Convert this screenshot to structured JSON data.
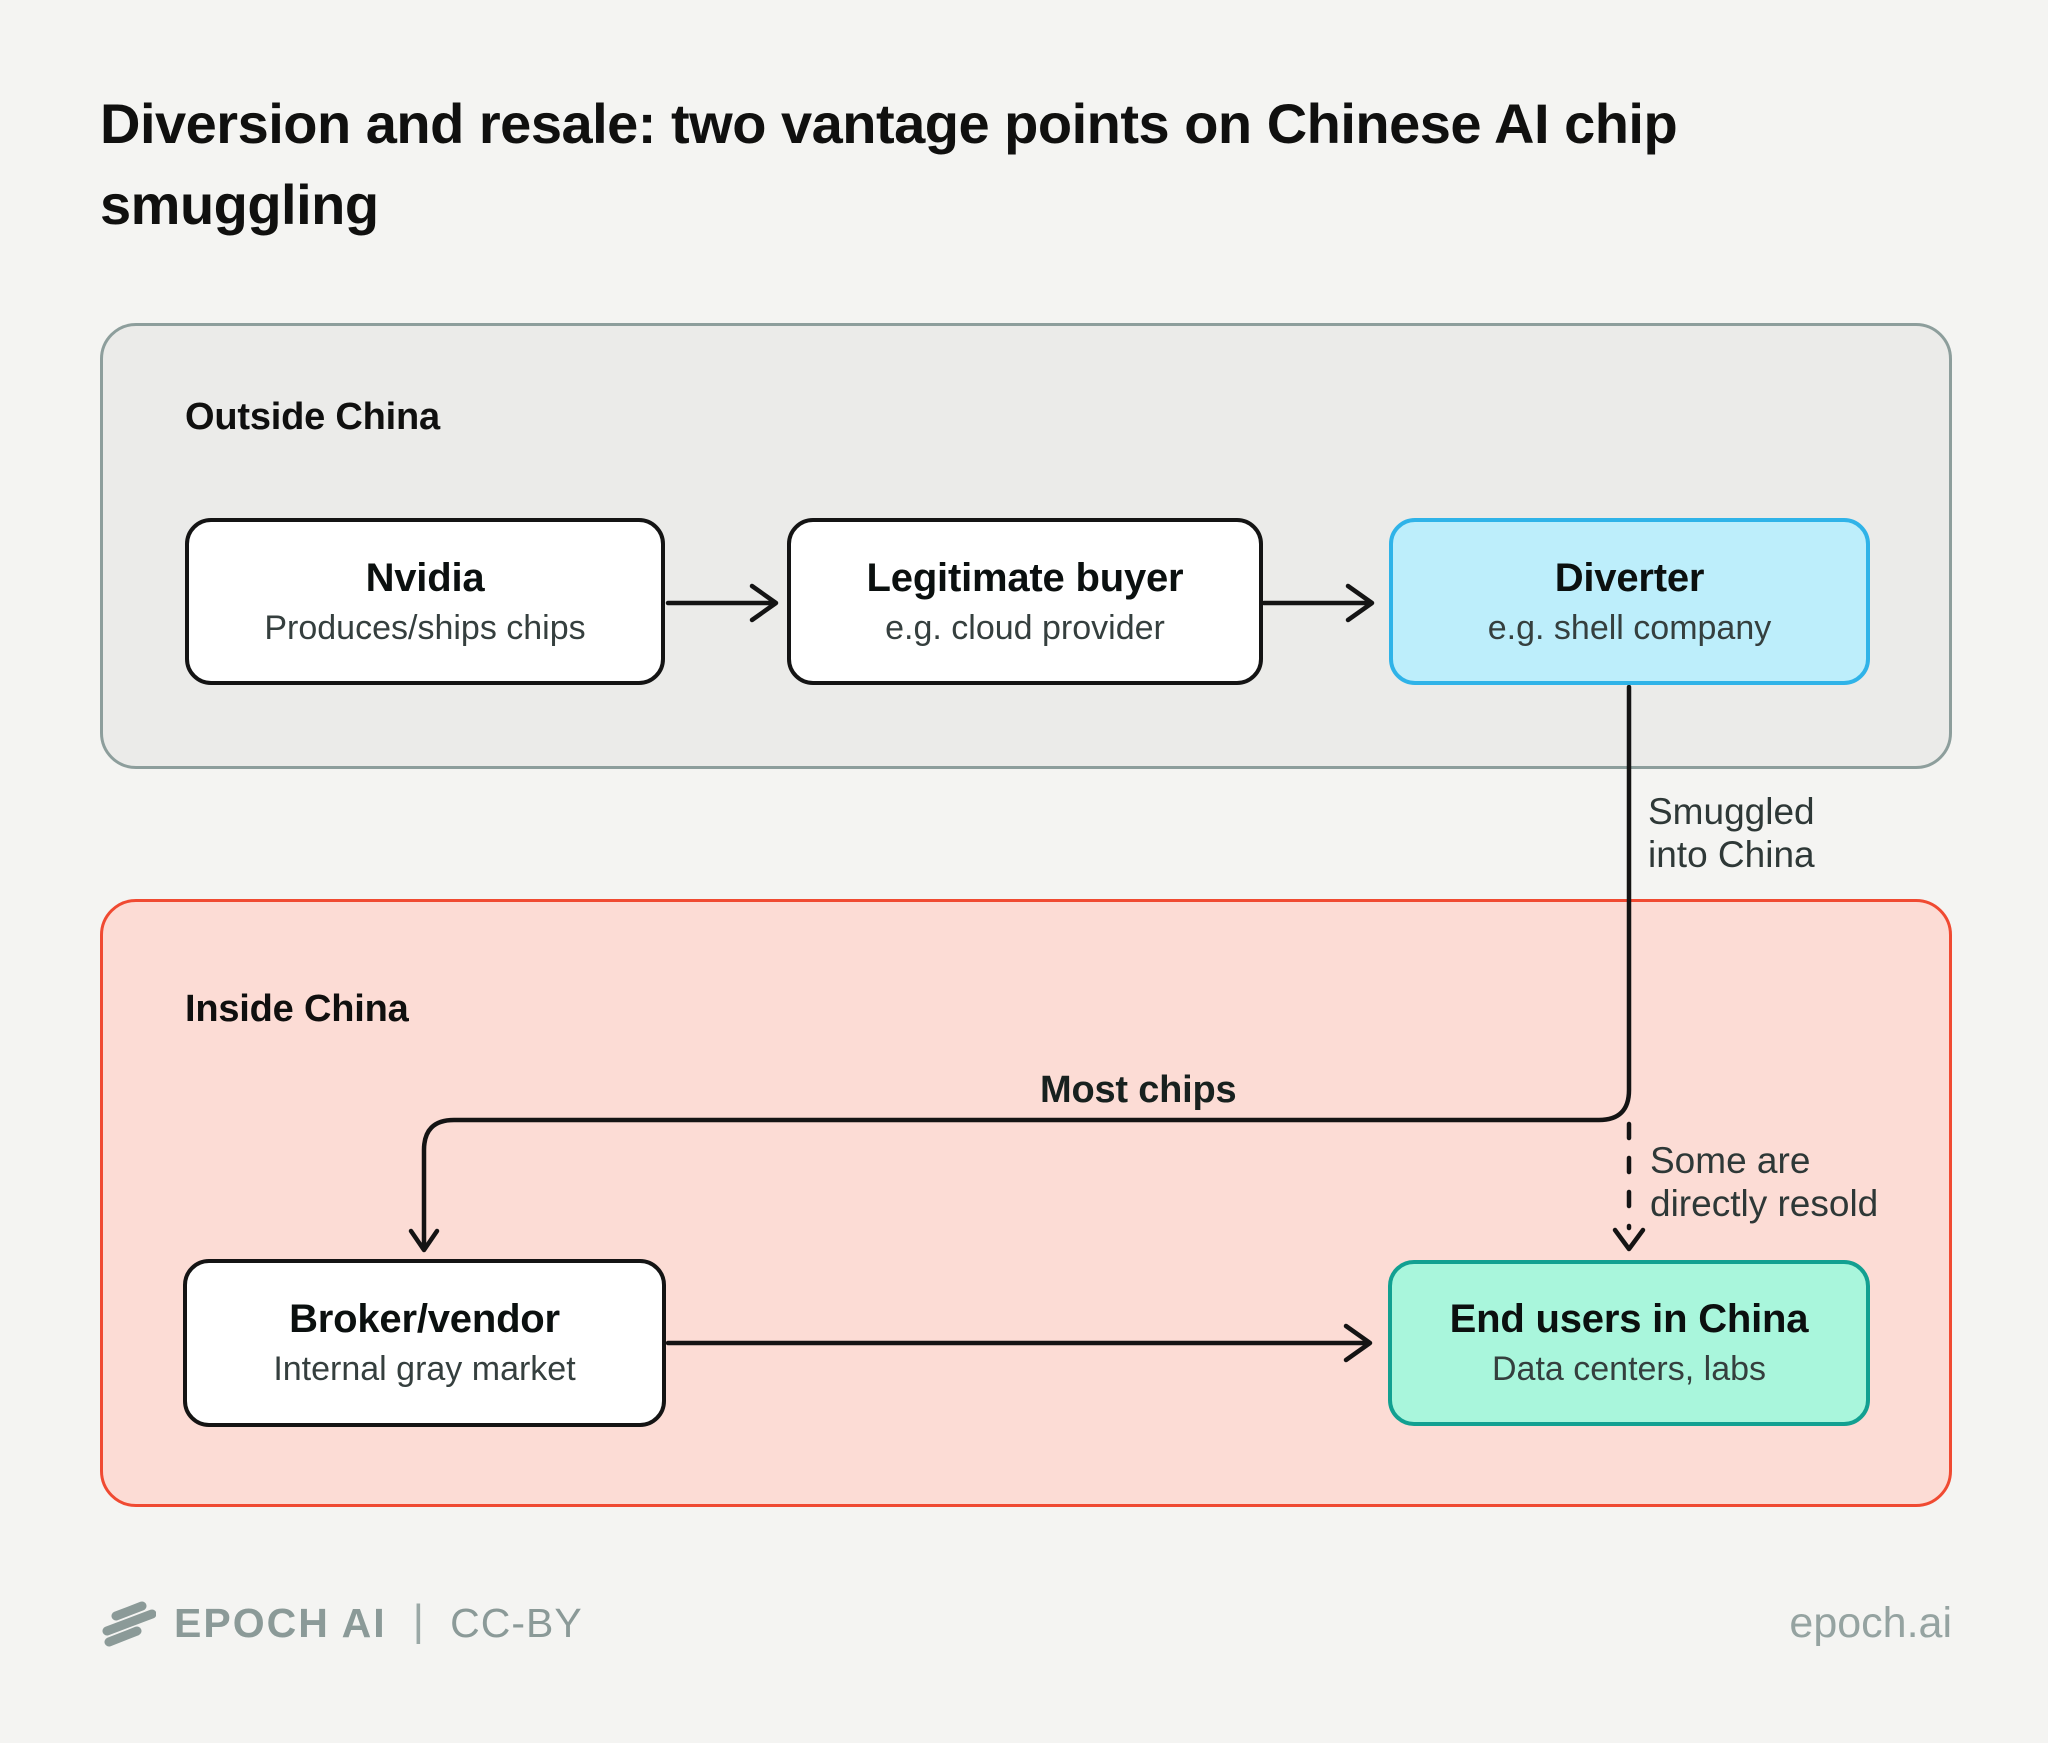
{
  "title": {
    "line1": "Diversion and resale: two vantage points on Chinese AI chip",
    "line2": "smuggling"
  },
  "regions": {
    "outside": {
      "label": "Outside China",
      "nodes": [
        {
          "title": "Nvidia",
          "subtitle": "Produces/ships chips"
        },
        {
          "title": "Legitimate buyer",
          "subtitle": "e.g. cloud provider"
        },
        {
          "title": "Diverter",
          "subtitle": "e.g. shell company"
        }
      ]
    },
    "inside": {
      "label": "Inside China",
      "nodes": [
        {
          "title": "Broker/vendor",
          "subtitle": "Internal gray market"
        },
        {
          "title": "End users in China",
          "subtitle": "Data centers, labs"
        }
      ]
    }
  },
  "edge_labels": {
    "smuggled": "Smuggled\ninto China",
    "most_chips": "Most chips",
    "some_resold": "Some are\ndirectly resold"
  },
  "footer": {
    "brand": "EPOCH AI",
    "separator": "|",
    "license": "CC-BY",
    "site": "epoch.ai"
  },
  "colors": {
    "background": "#f4f4f2",
    "outside_region_fill": "#ebebe9",
    "outside_region_border": "#8d9e9c",
    "inside_region_fill": "#fcdcd5",
    "inside_region_border": "#f04a32",
    "node_fill": "#ffffff",
    "node_border": "#141414",
    "diverter_fill": "#bdeefb",
    "diverter_border": "#2fb3e8",
    "end_users_fill": "#a9f6dc",
    "end_users_border": "#12a091",
    "arrow": "#141414",
    "footer_text": "#8b9a98"
  }
}
